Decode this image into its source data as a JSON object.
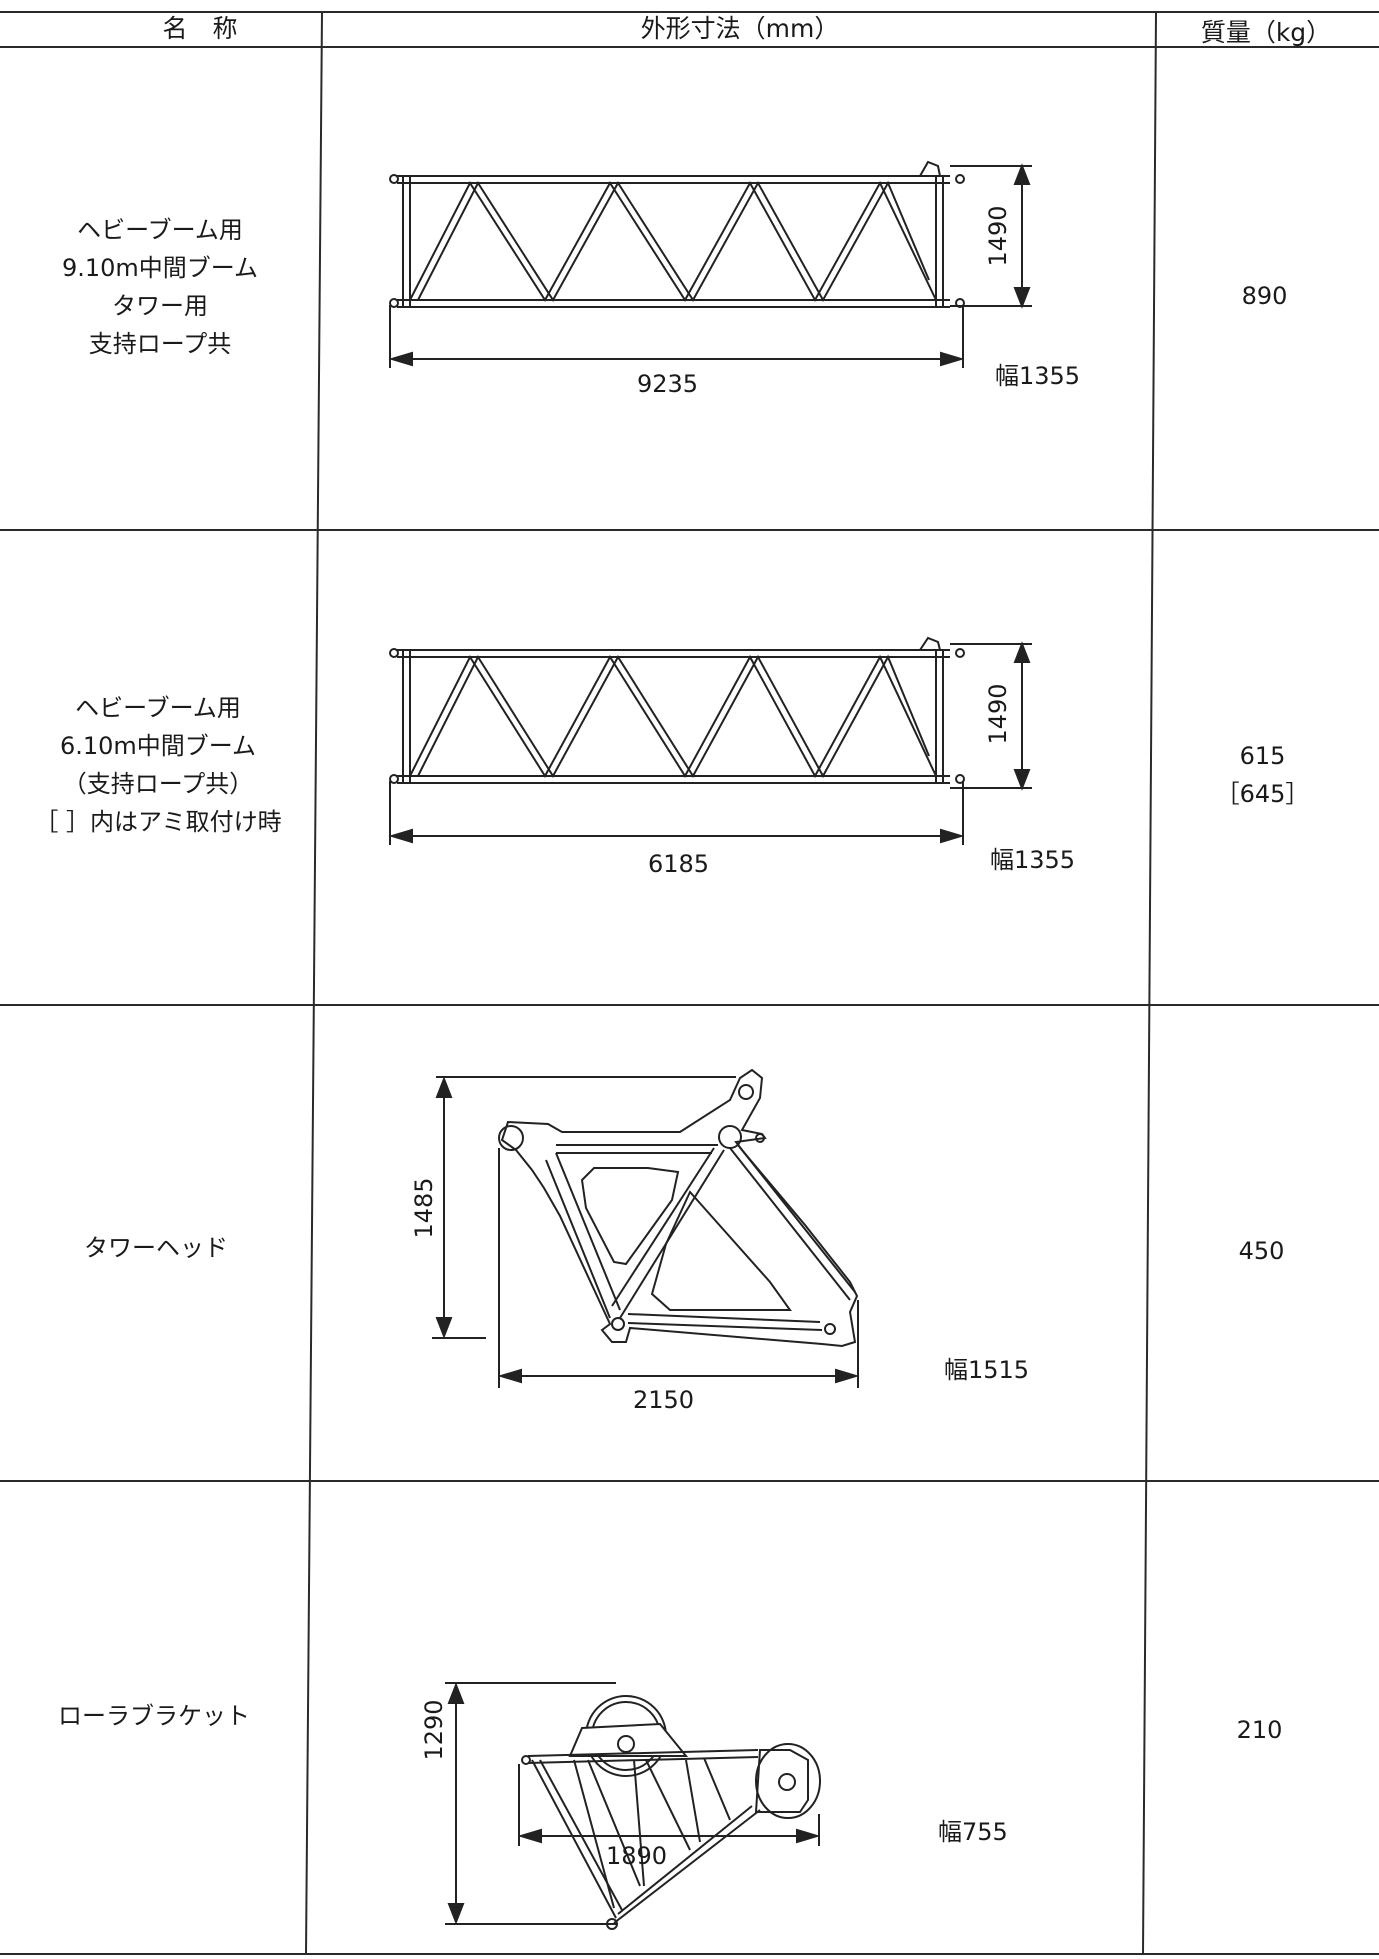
{
  "table": {
    "headers": {
      "name": "名　称",
      "dimensions": "外形寸法（mm）",
      "mass": "質量（kg）"
    },
    "rows": [
      {
        "name_lines": [
          "ヘビーブーム用",
          "9.10m中間ブーム",
          "タワー用",
          "支持ロープ共"
        ],
        "length": "9235",
        "height": "1490",
        "width": "幅1355",
        "mass_lines": [
          "890"
        ]
      },
      {
        "name_lines": [
          "ヘビーブーム用",
          "6.10m中間ブーム",
          "（支持ロープ共）",
          "［ ］内はアミ取付け時"
        ],
        "length": "6185",
        "height": "1490",
        "width": "幅1355",
        "mass_lines": [
          "615",
          "［645］"
        ]
      },
      {
        "name_lines": [
          "タワーヘッド"
        ],
        "length": "2150",
        "height": "1485",
        "width": "幅1515",
        "mass_lines": [
          "450"
        ]
      },
      {
        "name_lines": [
          "ローラブラケット"
        ],
        "length": "1890",
        "height": "1290",
        "width": "幅755",
        "mass_lines": [
          "210"
        ]
      }
    ]
  }
}
